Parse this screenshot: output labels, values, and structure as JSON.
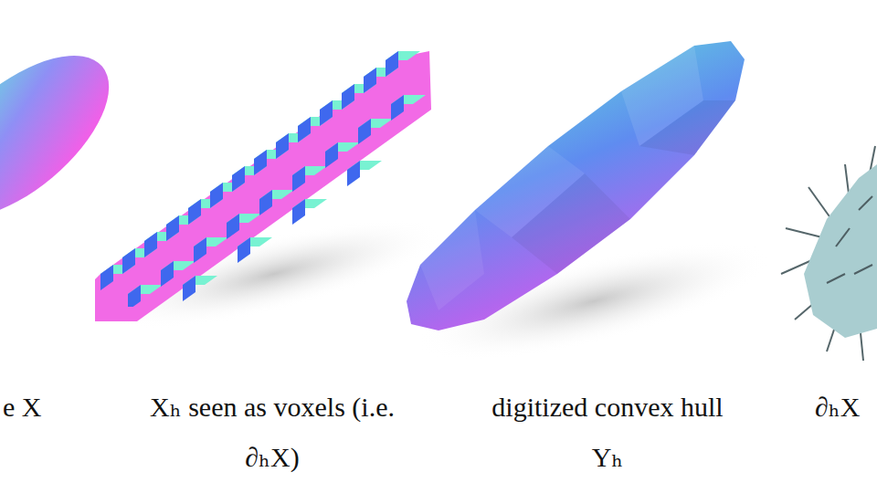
{
  "diagram": {
    "labels": [
      "e X",
      "Xₕ seen as voxels (i.e. ∂ₕX)",
      "digitized convex hull Yₕ",
      "∂ₕX"
    ]
  }
}
